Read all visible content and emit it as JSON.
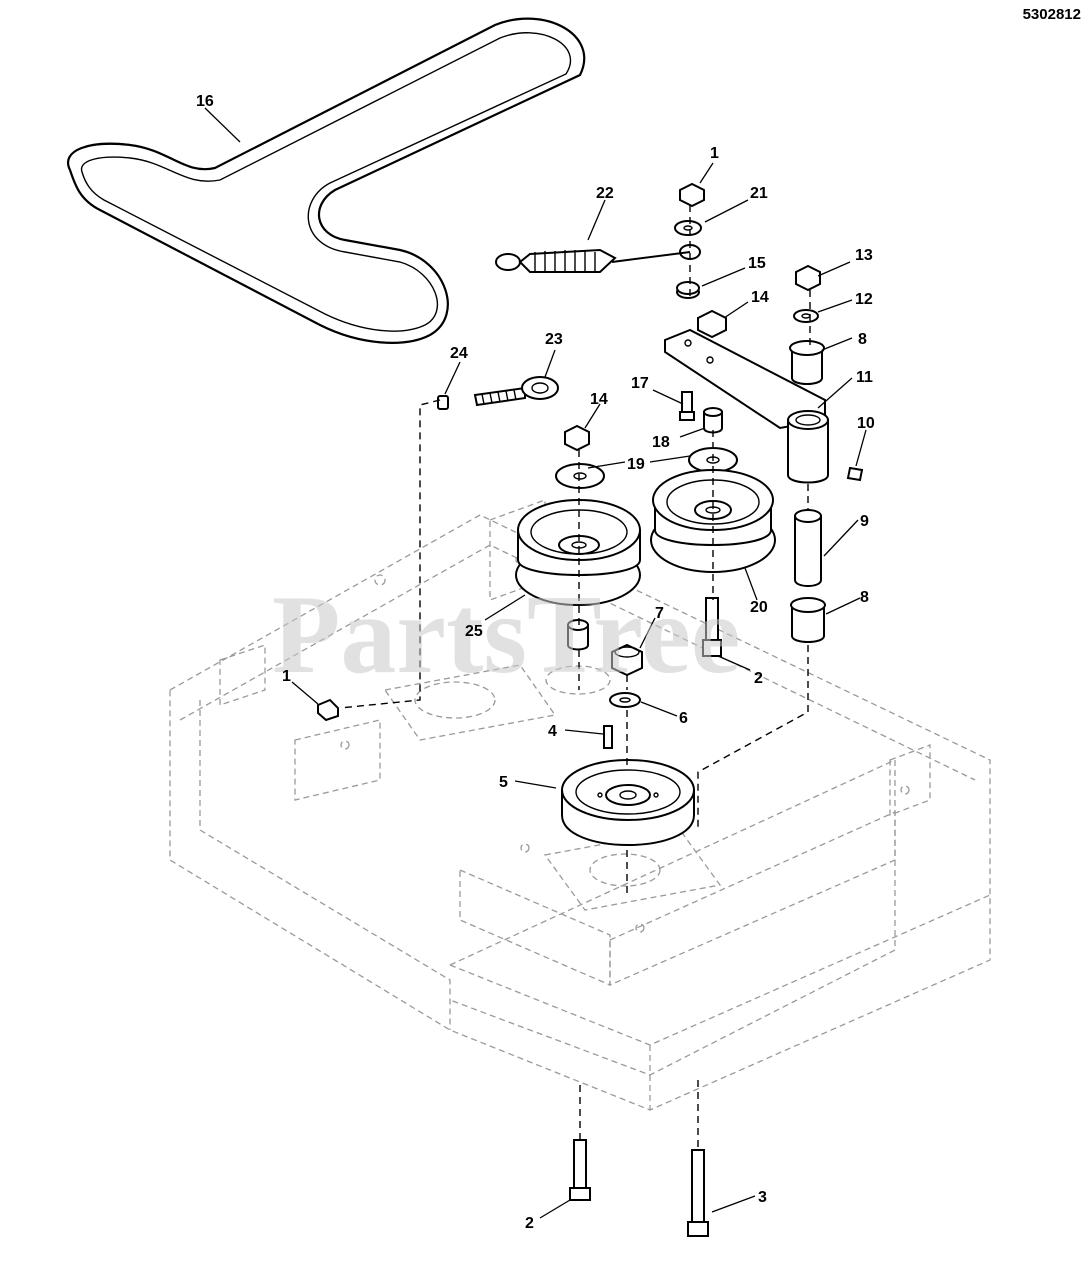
{
  "document_number": "5302812",
  "watermark": "PartsTree",
  "callouts": [
    {
      "id": "c16",
      "text": "16"
    },
    {
      "id": "c22",
      "text": "22"
    },
    {
      "id": "c1a",
      "text": "1"
    },
    {
      "id": "c21",
      "text": "21"
    },
    {
      "id": "c15",
      "text": "15"
    },
    {
      "id": "c13",
      "text": "13"
    },
    {
      "id": "c12",
      "text": "12"
    },
    {
      "id": "c14a",
      "text": "14"
    },
    {
      "id": "c8a",
      "text": "8"
    },
    {
      "id": "c24",
      "text": "24"
    },
    {
      "id": "c23",
      "text": "23"
    },
    {
      "id": "c17",
      "text": "17"
    },
    {
      "id": "c11",
      "text": "11"
    },
    {
      "id": "c14b",
      "text": "14"
    },
    {
      "id": "c10",
      "text": "10"
    },
    {
      "id": "c18",
      "text": "18"
    },
    {
      "id": "c19",
      "text": "19"
    },
    {
      "id": "c9",
      "text": "9"
    },
    {
      "id": "c20",
      "text": "20"
    },
    {
      "id": "c8b",
      "text": "8"
    },
    {
      "id": "c25",
      "text": "25"
    },
    {
      "id": "c7",
      "text": "7"
    },
    {
      "id": "c2a",
      "text": "2"
    },
    {
      "id": "c1b",
      "text": "1"
    },
    {
      "id": "c6",
      "text": "6"
    },
    {
      "id": "c4",
      "text": "4"
    },
    {
      "id": "c5",
      "text": "5"
    },
    {
      "id": "c2b",
      "text": "2"
    },
    {
      "id": "c3",
      "text": "3"
    }
  ]
}
